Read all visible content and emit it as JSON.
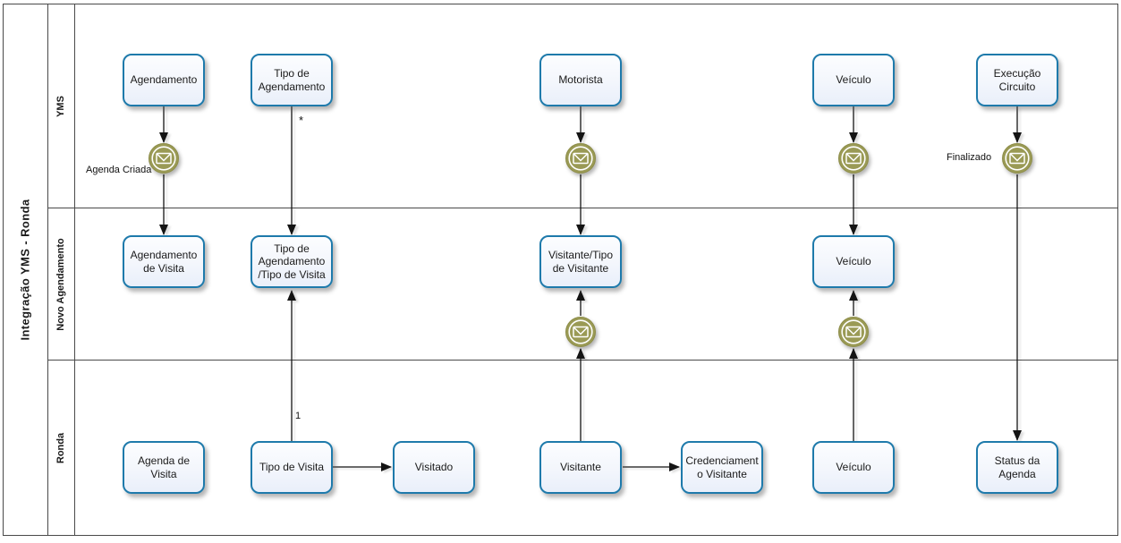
{
  "diagram": {
    "pool_title": "Integração YMS - Ronda",
    "lanes": [
      {
        "label": "YMS"
      },
      {
        "label": "Novo Agendamento"
      },
      {
        "label": "Ronda"
      }
    ],
    "nodes": {
      "yms_agendamento": "Agendamento",
      "yms_tipo_agendamento": "Tipo de\nAgendamento",
      "yms_motorista": "Motorista",
      "yms_veiculo": "Veículo",
      "yms_execucao_circuito": "Execução\nCircuito",
      "na_agendamento_de_visita": "Agendamento\nde Visita",
      "na_tipo_agendamento_tipo_visita": "Tipo de\nAgendamento\n/Tipo de Visita",
      "na_visitante_tipo_visitante": "Visitante/Tipo\nde Visitante",
      "na_veiculo": "Veículo",
      "ronda_agenda_de_visita": "Agenda de\nVisita",
      "ronda_tipo_de_visita": "Tipo de Visita",
      "ronda_visitado": "Visitado",
      "ronda_visitante": "Visitante",
      "ronda_credenciamento_visitante": "Credenciament\no Visitante",
      "ronda_veiculo": "Veículo",
      "ronda_status_da_agenda": "Status da\nAgenda"
    },
    "annotations": {
      "agenda_criada": "Agenda Criada",
      "finalizado": "Finalizado",
      "multiplicity_star": "*",
      "multiplicity_one": "1"
    },
    "icons": {
      "message_event": "envelope"
    },
    "colors": {
      "task_border": "#1e7aab",
      "task_fill_top": "#fcfdff",
      "task_fill_bottom": "#e9effa",
      "event_fill": "#9a9a55",
      "lane_border": "#4a4a4a",
      "connector": "#141414"
    }
  }
}
